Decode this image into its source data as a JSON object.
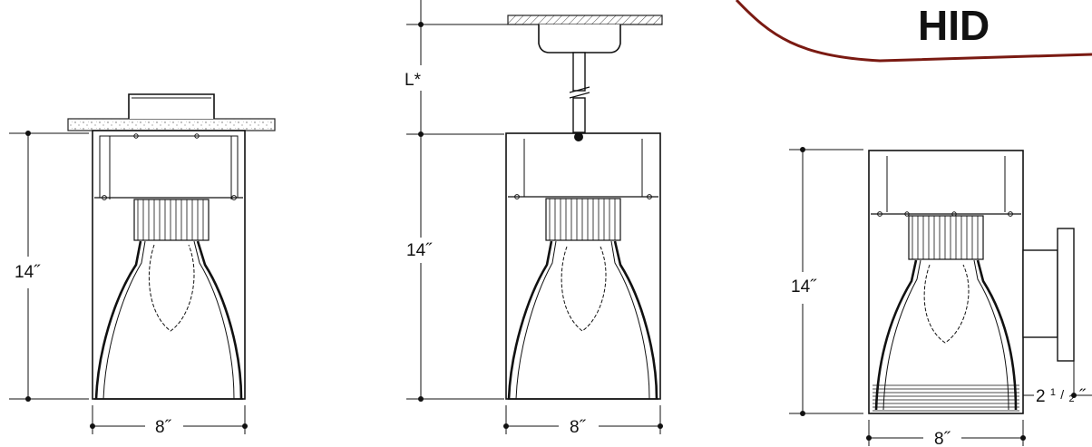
{
  "badge": {
    "label": "HID",
    "border_color": "#7a1a12"
  },
  "views": [
    {
      "name": "recessed",
      "height_label": "14˝",
      "width_label": "8˝"
    },
    {
      "name": "pendant",
      "stem_label": "L*",
      "height_label": "14˝",
      "width_label": "8˝"
    },
    {
      "name": "wall-mount",
      "height_label": "14˝",
      "width_label": "8˝",
      "projection_label": {
        "whole": "2",
        "numerator": "1",
        "denominator": "2",
        "mark": "˝"
      }
    }
  ]
}
